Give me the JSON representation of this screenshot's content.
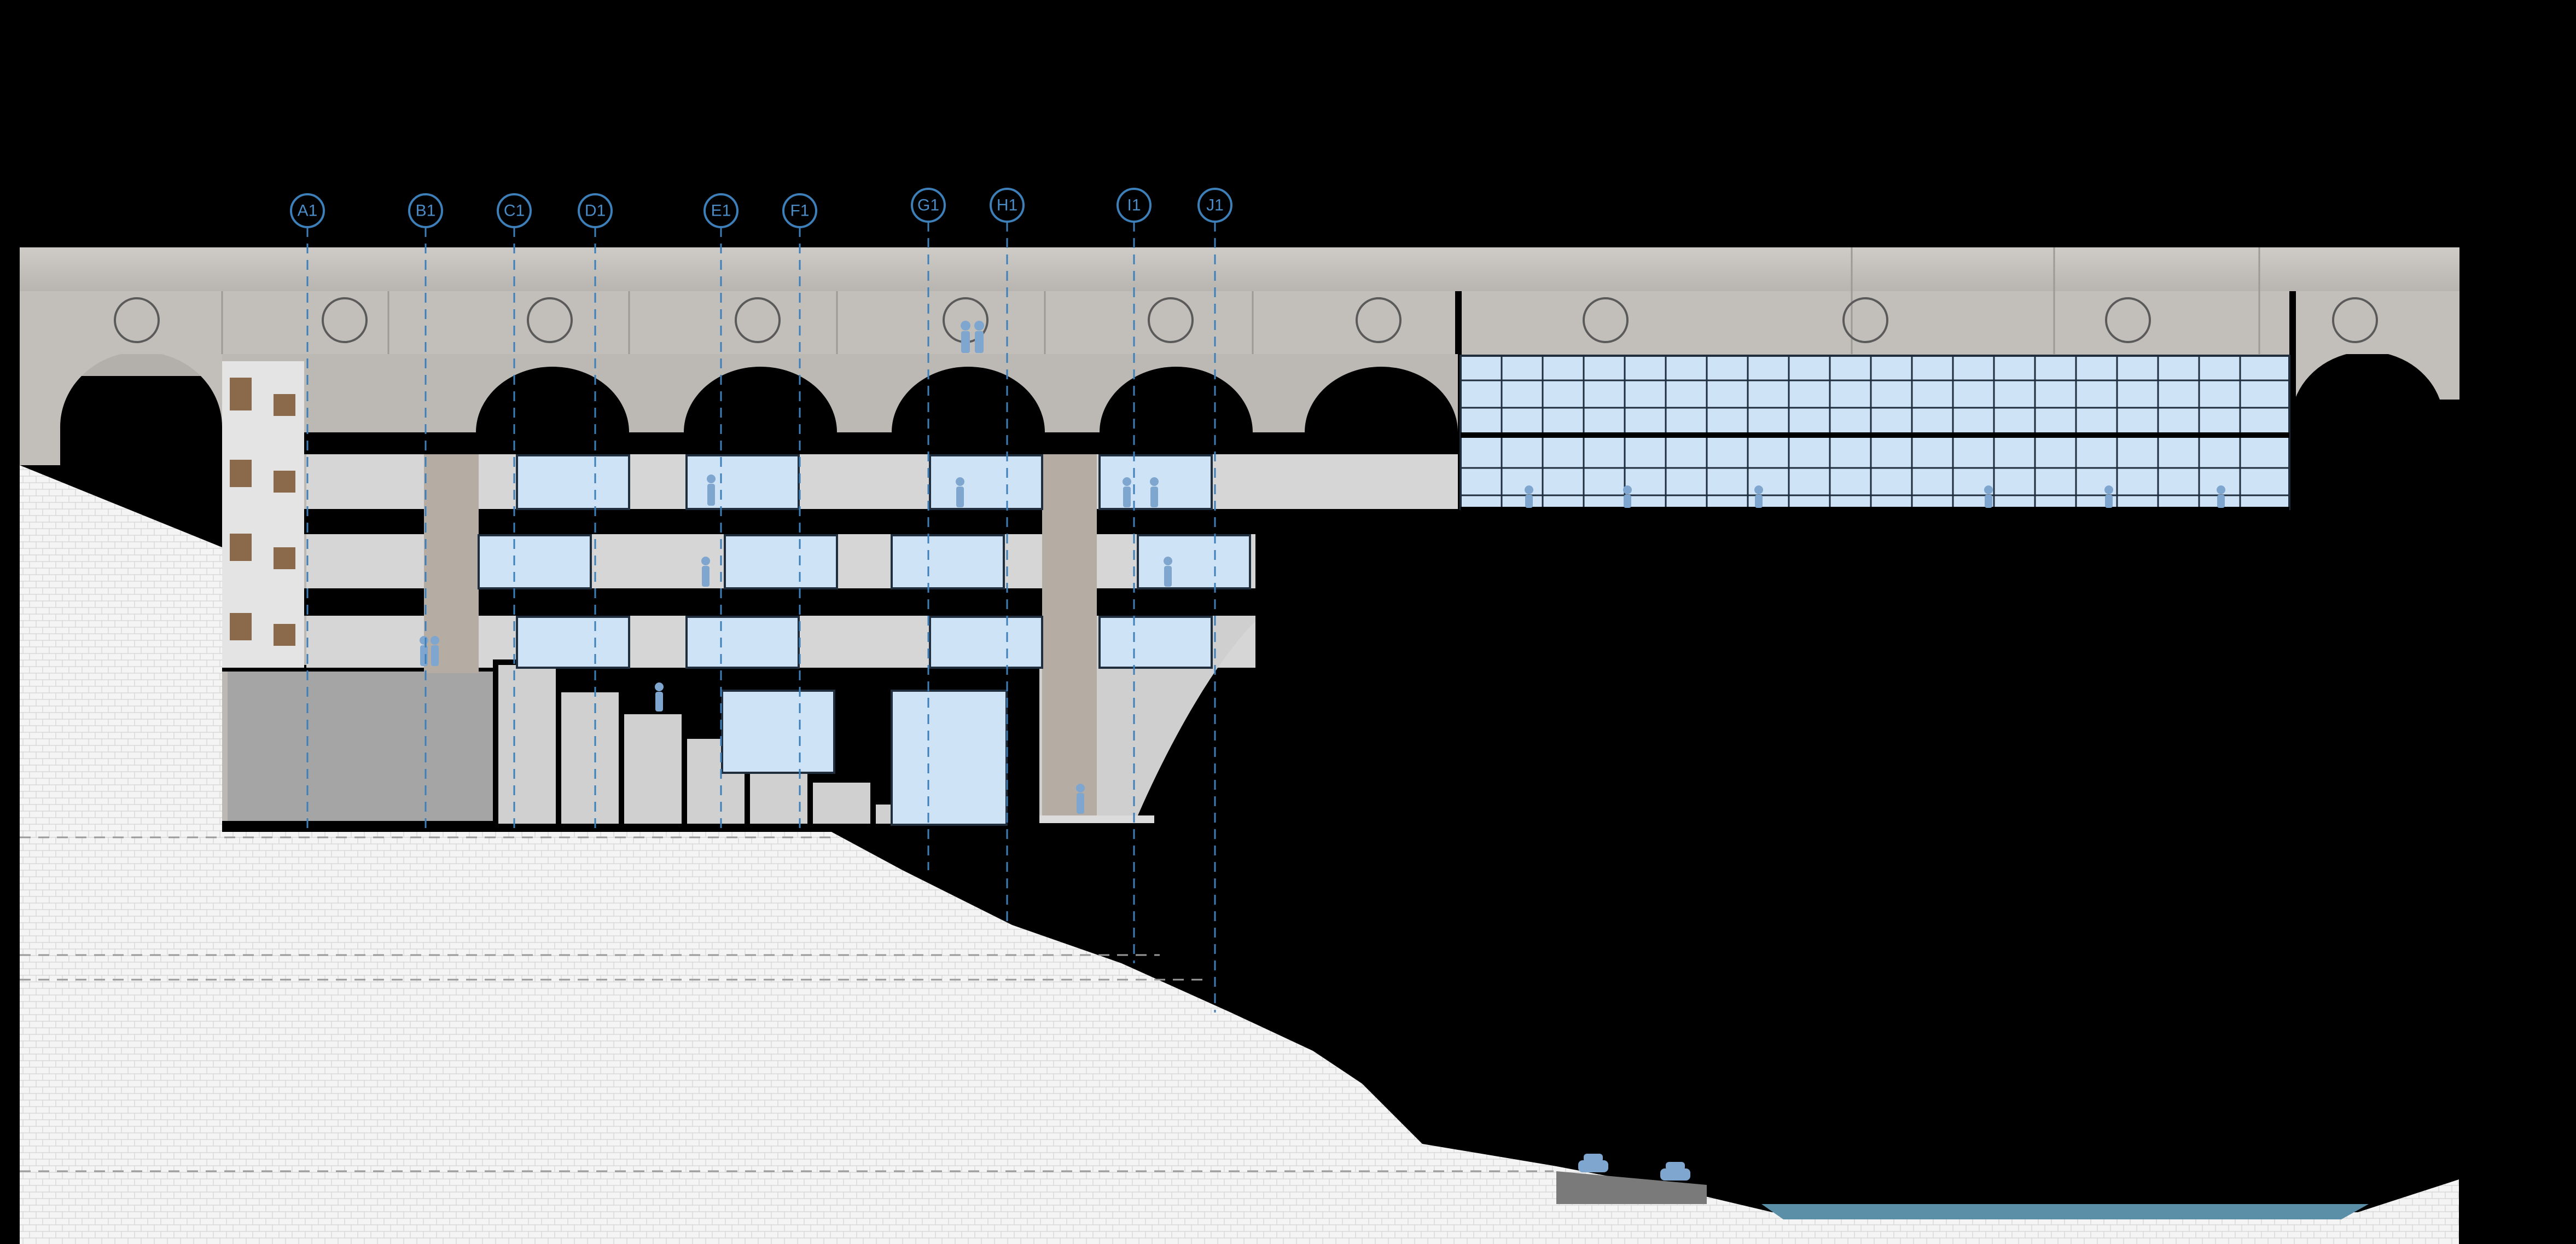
{
  "drawing": {
    "type": "architectural-building-section",
    "background_color": "#000000",
    "colors": {
      "concrete": "#c6c3bf",
      "concrete_dark": "#a9a6a2",
      "glass": "#cfe3f7",
      "mullion": "#223344",
      "slab": "#000000",
      "interior_wall": "#d8d8d8",
      "ground_fill": "#f2f2f2",
      "water": "#5b8fa8",
      "people": "#7ea6cf",
      "grid_line": "#3d7fb8"
    }
  },
  "grid_axes": [
    "A1",
    "B1",
    "C1",
    "D1",
    "E1",
    "F1",
    "G1",
    "H1",
    "I1",
    "J1"
  ],
  "icons": {
    "person": "person-figure-icon",
    "car": "car-icon",
    "window": "round-window-icon"
  }
}
